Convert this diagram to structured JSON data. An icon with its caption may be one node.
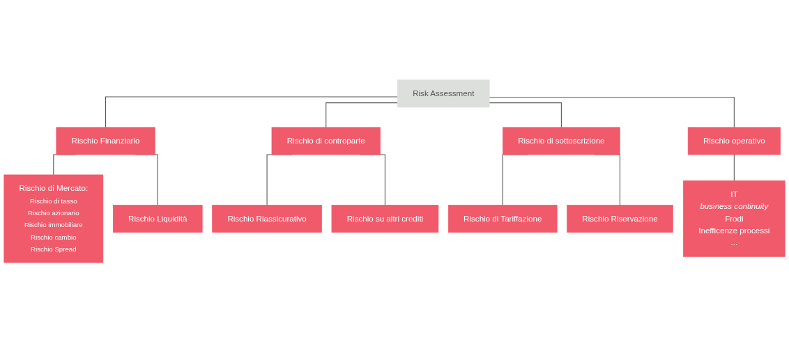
{
  "diagram": {
    "nodes": [
      {
        "text": [
          "Risk Assessment"
        ]
      },
      {
        "text": [
          "Rischio Finanziario"
        ]
      },
      {
        "text": [
          "Rischio di controparte"
        ]
      },
      {
        "text": [
          "Rischio di sottoscrizione"
        ]
      },
      {
        "text": [
          "Rischio operativo"
        ]
      },
      {
        "text": [
          "Rischio di Mercato:",
          "Rischio di tasso",
          "Rischio azionario",
          "Rischio immobiliare",
          "Rischio cambio",
          "Rischio Spread"
        ]
      },
      {
        "text": [
          "Rischio Liquidità"
        ]
      },
      {
        "text": [
          "Rischio Riassicurativo"
        ]
      },
      {
        "text": [
          "Rischio su altri crediti"
        ]
      },
      {
        "text": [
          "Rischio di Tariffazione"
        ]
      },
      {
        "text": [
          "Rischio Riservazione"
        ]
      },
      {
        "text": [
          "IT",
          "business continuity",
          "Frodi",
          "Inefficenze processi",
          "..."
        ]
      }
    ],
    "edges": [
      {
        "from": 0,
        "to": 1,
        "arrow": "none"
      },
      {
        "from": 0,
        "to": 2,
        "arrow": "none"
      },
      {
        "from": 0,
        "to": 3,
        "arrow": "none"
      },
      {
        "from": 0,
        "to": 4,
        "arrow": "none"
      },
      {
        "from": 1,
        "to": 5,
        "arrow": "none"
      },
      {
        "from": 1,
        "to": 6,
        "arrow": "none"
      },
      {
        "from": 2,
        "to": 7,
        "arrow": "none"
      },
      {
        "from": 2,
        "to": 8,
        "arrow": "none"
      },
      {
        "from": 3,
        "to": 9,
        "arrow": "none"
      },
      {
        "from": 3,
        "to": 10,
        "arrow": "none"
      },
      {
        "from": 4,
        "to": 11,
        "arrow": "none"
      }
    ]
  }
}
